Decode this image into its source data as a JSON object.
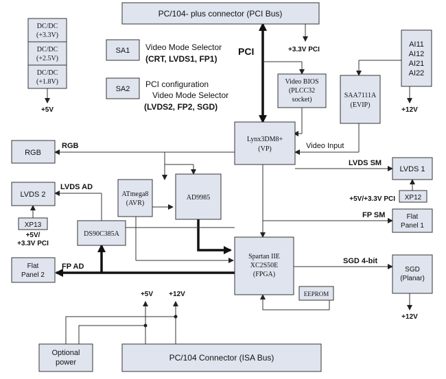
{
  "blocks": {
    "pci_connector": "PC/104- plus connector (PCI Bus)",
    "dcdc_33": [
      "DC/DC",
      "(+3.3V)"
    ],
    "dcdc_25": [
      "DC/DC",
      "(+2.5V)"
    ],
    "dcdc_18": [
      "DC/DC",
      "(+1.8V)"
    ],
    "sa1": "SA1",
    "sa2": "SA2",
    "video_bios": [
      "Video BIOS",
      "(PLCC32",
      "socket)"
    ],
    "ai_inputs": [
      "AI11",
      "AI12",
      "AI21",
      "AI22"
    ],
    "saa7111a": [
      "SAA7111A",
      "(EVIP)"
    ],
    "rgb": "RGB",
    "lynx": [
      "Lynx3DM8+",
      "(VP)"
    ],
    "lvds1": "LVDS 1",
    "lvds2": "LVDS 2",
    "xp13": "XP13",
    "atmega": [
      "ATmega8",
      "(AVR)"
    ],
    "ad9985": "AD9985",
    "xp12": "XP12",
    "flat_panel1": [
      "Flat",
      "Panel 1"
    ],
    "ds90": "DS90C385A",
    "flat_panel2": [
      "Flat",
      "Panel 2"
    ],
    "spartan": [
      "Spartan IIE",
      "XC2S50E",
      "(FPGA)"
    ],
    "sgd": [
      "SGD",
      "(Planar)"
    ],
    "eeprom": "EEPROM",
    "optional_power": [
      "Optional",
      "power"
    ],
    "isa_connector": "PC/104 Connector (ISA Bus)"
  },
  "labels": {
    "sa1_title": "Video Mode Selector",
    "sa1_modes": "(CRT, LVDS1, FP1)",
    "sa2_title1": "PCI configuration",
    "sa2_title2": "Video Mode Selector",
    "sa2_modes": "(LVDS2, FP2, SGD)",
    "pci": "PCI",
    "pci_33": "+3.3V PCI",
    "dcdc_5v": "+5V",
    "saa_12v": "+12V",
    "rgb_bus": "RGB",
    "video_input": "Video Input",
    "lvds_sm": "LVDS SM",
    "lvds_ad": "LVDS AD",
    "xp12_power": "+5V/+3.3V PCI",
    "xp13_power1": "+5V/",
    "xp13_power2": "+3.3V PCI",
    "fp_sm": "FP SM",
    "fp_ad": "FP AD",
    "sgd_4bit": "SGD 4-bit",
    "sgd_12v": "+12V",
    "isa_5v": "+5V",
    "isa_12v": "+12V"
  }
}
